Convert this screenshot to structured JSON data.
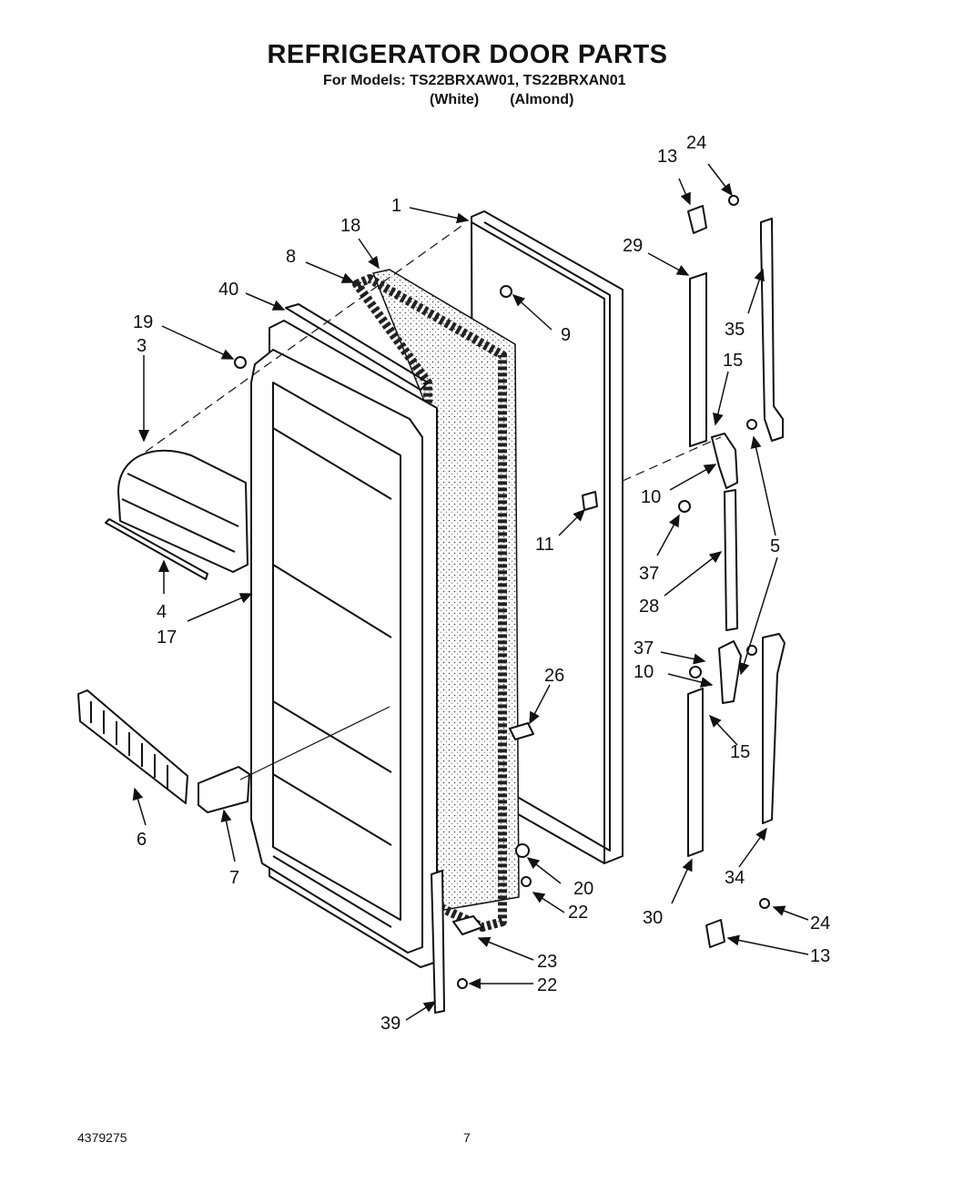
{
  "title": "REFRIGERATOR DOOR PARTS",
  "models_line": "For Models: TS22BRXAW01, TS22BRXAN01",
  "variants": [
    "(White)",
    "(Almond)"
  ],
  "callouts": [
    "13",
    "24",
    "1",
    "18",
    "29",
    "8",
    "40",
    "9",
    "19",
    "3",
    "35",
    "15",
    "10",
    "11",
    "5",
    "37",
    "28",
    "4",
    "17",
    "37",
    "10",
    "26",
    "15",
    "6",
    "7",
    "20",
    "34",
    "22",
    "30",
    "24",
    "23",
    "13",
    "22",
    "39"
  ],
  "footer": {
    "doc_number": "4379275",
    "page_number": "7"
  }
}
